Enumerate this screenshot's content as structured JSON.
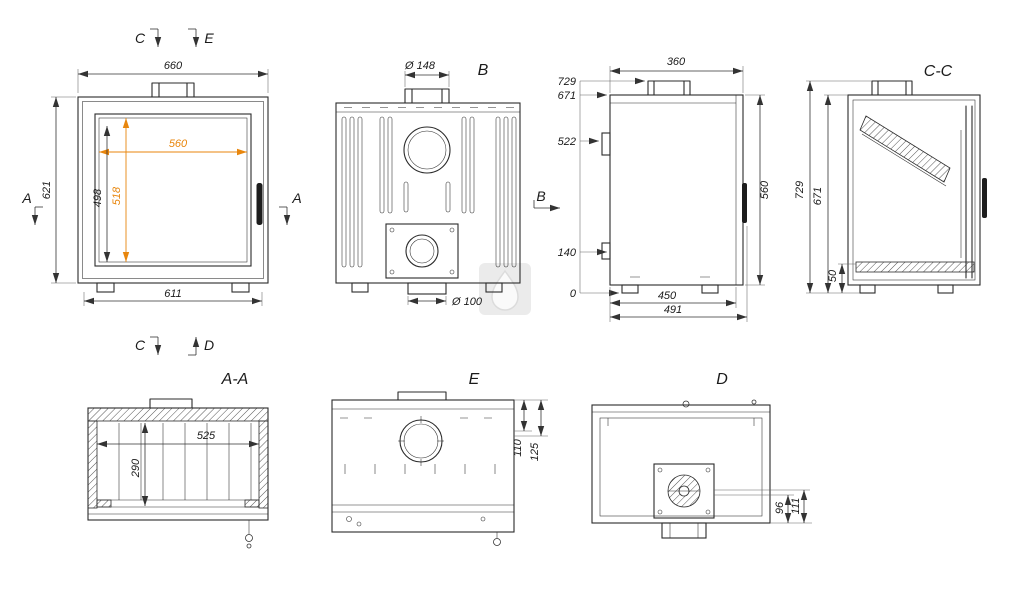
{
  "drawing": {
    "front": {
      "dim_width_top": "660",
      "dim_height_left": "621",
      "dim_width_bottom": "611",
      "dim_inner_width": "560",
      "dim_inner_height_hl": "518",
      "dim_inner_height": "498",
      "marker_c_top": "C",
      "marker_e_top": "E",
      "marker_a_left": "A",
      "marker_a_right": "A",
      "marker_c_bottom": "C",
      "marker_d_bottom": "D"
    },
    "back": {
      "title": "B",
      "dim_flue_diameter": "Ø 148",
      "dim_outlet_diameter": "Ø 100",
      "marker_b": "B"
    },
    "side": {
      "dim_depth_top": "360",
      "dim_total_height": "729",
      "dim_body_height": "671",
      "dim_flue_center": "522",
      "dim_lower_port": "140",
      "dim_datum": "0",
      "dim_height_right": "560",
      "dim_depth_450": "450",
      "dim_depth_491": "491"
    },
    "section_cc": {
      "title": "C-C",
      "dim_total_height": "729",
      "dim_body_height": "671",
      "dim_base": "50"
    },
    "section_aa": {
      "title": "A-A",
      "dim_inner_width": "525",
      "dim_inner_height": "290"
    },
    "view_e": {
      "title": "E",
      "dim_offset_110": "110",
      "dim_offset_125": "125"
    },
    "view_d": {
      "title": "D",
      "dim_offset_96": "96",
      "dim_offset_111": "111"
    }
  },
  "colors": {
    "highlight": "#e8860d",
    "line": "#2b2b2b"
  }
}
